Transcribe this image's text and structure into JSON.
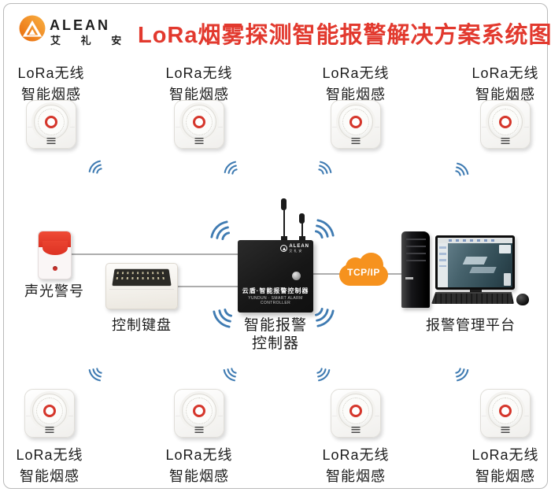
{
  "header": {
    "brand": "ALEAN",
    "brand_cn": "艾 礼 安",
    "title": "LoRa烟雾探测智能报警解决方案系统图"
  },
  "devices": {
    "sensor_label_line1": "LoRa无线",
    "sensor_label_line2": "智能烟感",
    "siren_label": "声光警号",
    "keypad_label": "控制键盘",
    "controller_label_line1": "智能报警",
    "controller_label_line2": "控制器",
    "platform_label": "报警管理平台"
  },
  "controller_device": {
    "brand": "ALEAN",
    "brand_cn": "艾礼安",
    "product_cn": "云盾·智能报警控制器",
    "product_en": "YUNDUN · SMART ALARM CONTROLLER"
  },
  "network": {
    "cloud_label": "TCP/IP"
  },
  "counts": {
    "sensors_top_row": 4,
    "sensors_bottom_row": 4
  },
  "icons": {
    "wifi": "three nested blue signal arcs",
    "cloud": "orange cloud",
    "antenna": "black rod antenna"
  },
  "colors": {
    "title_red": "#e2392e",
    "brand_orange": "#ee7211",
    "wifi_blue": "#3f7bb2",
    "cloud_orange": "#f6921e",
    "siren_red": "#dd3223",
    "sensor_ring_red": "#d5362b"
  }
}
